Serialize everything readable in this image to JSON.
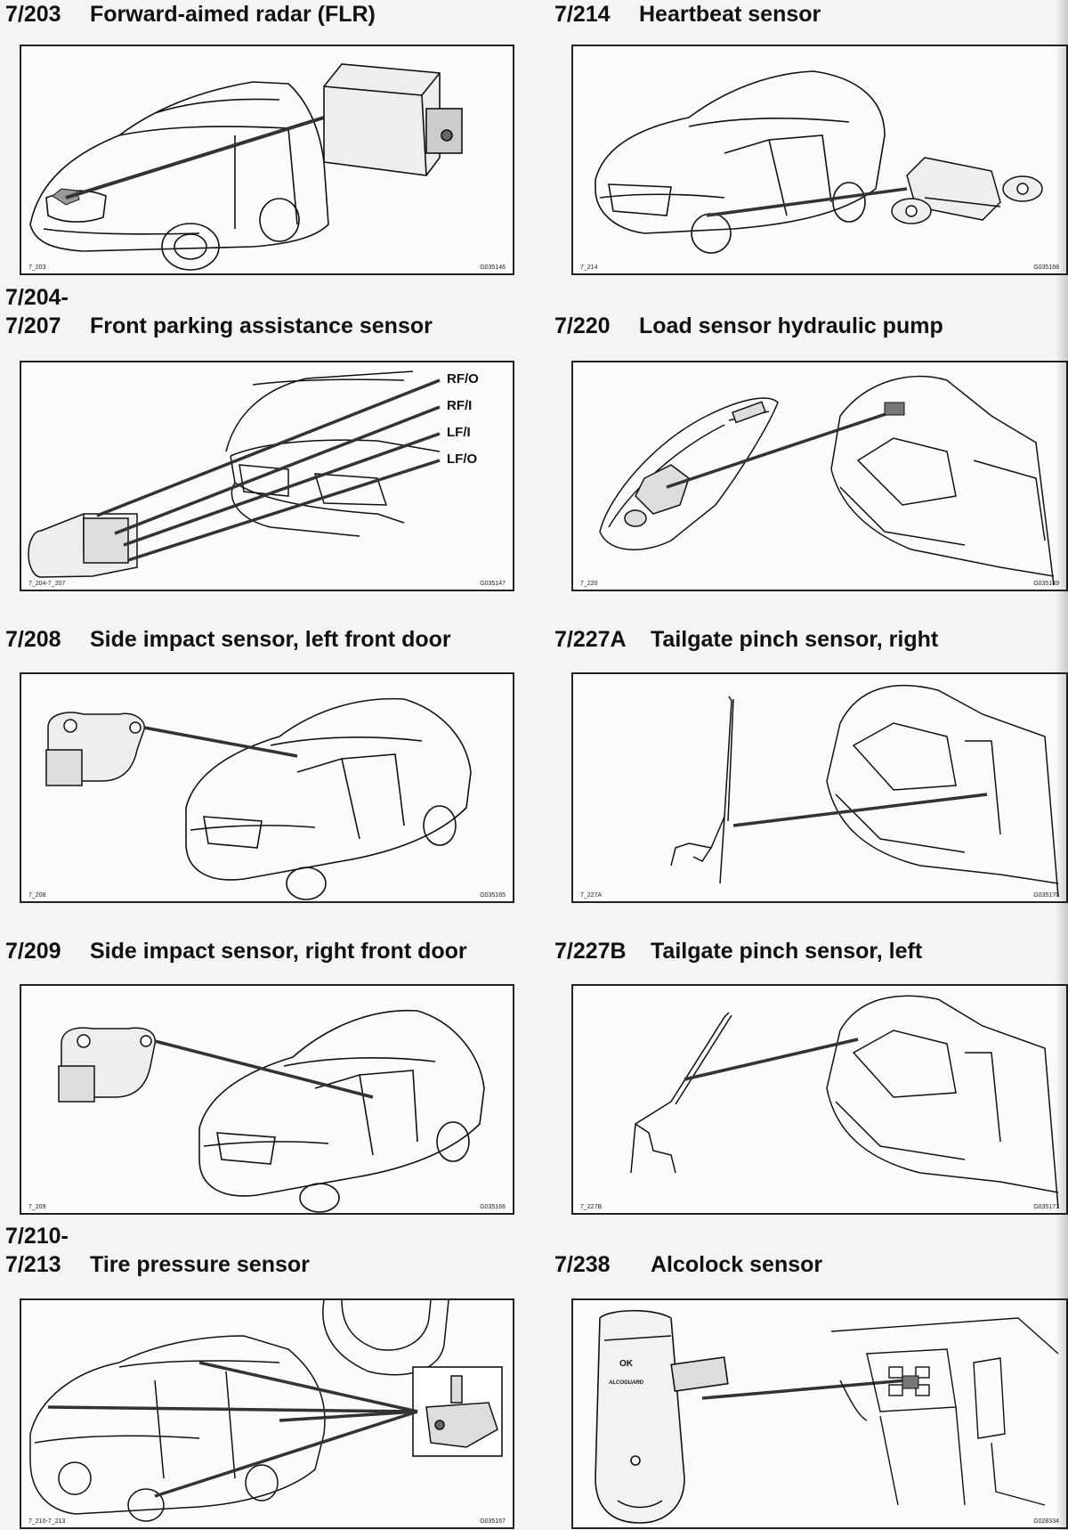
{
  "sections": [
    {
      "id": "s203",
      "code_line1": "7/203",
      "code_line2": "",
      "title": "Forward-aimed radar (FLR)",
      "fig_id": "7_203",
      "fig_code": "G035146",
      "callouts": []
    },
    {
      "id": "s214",
      "code_line1": "7/214",
      "code_line2": "",
      "title": "Heartbeat sensor",
      "fig_id": "7_214",
      "fig_code": "G035168",
      "callouts": []
    },
    {
      "id": "s204",
      "code_line1": "7/204-",
      "code_line2": "7/207",
      "title": "Front parking assistance sensor",
      "fig_id": "7_204-7_207",
      "fig_code": "G035147",
      "callouts": [
        "RF/O",
        "RF/I",
        "LF/I",
        "LF/O"
      ]
    },
    {
      "id": "s220",
      "code_line1": "7/220",
      "code_line2": "",
      "title": "Load sensor hydraulic pump",
      "fig_id": "7_220",
      "fig_code": "G035169",
      "callouts": []
    },
    {
      "id": "s208",
      "code_line1": "7/208",
      "code_line2": "",
      "title": "Side impact sensor, left front door",
      "fig_id": "7_208",
      "fig_code": "G035165",
      "callouts": []
    },
    {
      "id": "s227a",
      "code_line1": "7/227A",
      "code_line2": "",
      "title": "Tailgate pinch sensor, right",
      "fig_id": "7_227A",
      "fig_code": "G035170",
      "callouts": []
    },
    {
      "id": "s209",
      "code_line1": "7/209",
      "code_line2": "",
      "title": "Side impact sensor, right front door",
      "fig_id": "7_209",
      "fig_code": "G035166",
      "callouts": []
    },
    {
      "id": "s227b",
      "code_line1": "7/227B",
      "code_line2": "",
      "title": "Tailgate pinch sensor, left",
      "fig_id": "7_227B",
      "fig_code": "G035171",
      "callouts": []
    },
    {
      "id": "s210",
      "code_line1": "7/210-",
      "code_line2": "7/213",
      "title": "Tire pressure sensor",
      "fig_id": "7_210-7_213",
      "fig_code": "G035167",
      "callouts": []
    },
    {
      "id": "s238",
      "code_line1": "7/238",
      "code_line2": "",
      "title": "Alcolock sensor",
      "fig_id": "",
      "fig_code": "G028334",
      "callouts": [],
      "device_labels": [
        "OK",
        "ALCOGUARD"
      ]
    }
  ]
}
